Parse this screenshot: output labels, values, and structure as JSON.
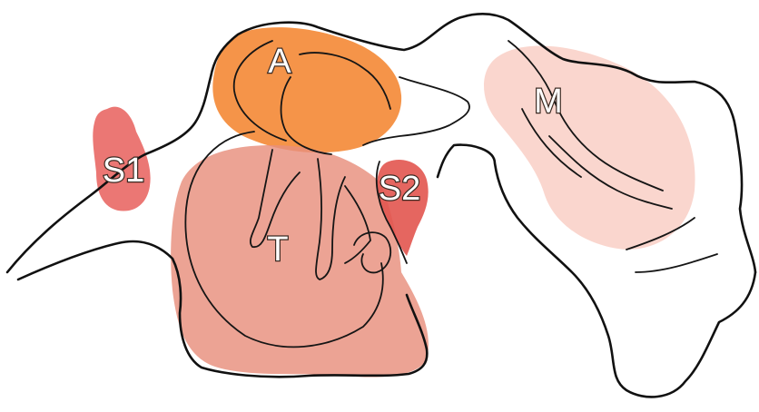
{
  "regions": {
    "A": {
      "label": "A",
      "color": "#f48b3a"
    },
    "T": {
      "label": "T",
      "color": "#e88f7c"
    },
    "S1": {
      "label": "S1",
      "color": "#e85f5c"
    },
    "S2": {
      "label": "S2",
      "color": "#e2554f"
    },
    "M": {
      "label": "M",
      "color": "#f8c8bd"
    }
  }
}
